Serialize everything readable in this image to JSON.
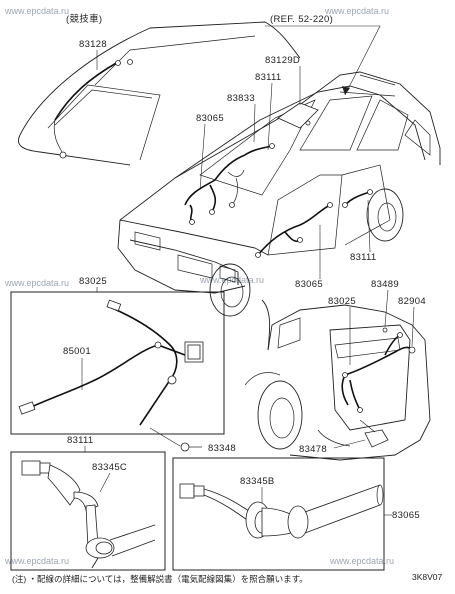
{
  "watermarks": [
    "www.epcdata.ru",
    "www.epcdata.ru",
    "www.epcdata.ru",
    "www.epcdata.ru",
    "www.epcdata.ru",
    "www.epcdata.ru"
  ],
  "labels": {
    "top_left_note": "(競技車)",
    "ref": "(REF. 52-220)",
    "p83128": "83128",
    "p83129D": "83129D",
    "p83111_top": "83111",
    "p83833": "83833",
    "p83065_top": "83065",
    "p83065_mid": "83065",
    "p83111_right": "83111",
    "p83025_top": "83025",
    "p85001": "85001",
    "p83025_rear": "83025",
    "p83489": "83489",
    "p82904": "82904",
    "p83348": "83348",
    "p83478": "83478",
    "p83111_bottom": "83111",
    "p83345C": "83345C",
    "p83345B": "83345B",
    "p83065_bottom": "83065"
  },
  "footer": {
    "note": "(注) ・配線の詳細については，整備解説書（電気配線図集）を照合願います。",
    "code": "3K8V07"
  }
}
